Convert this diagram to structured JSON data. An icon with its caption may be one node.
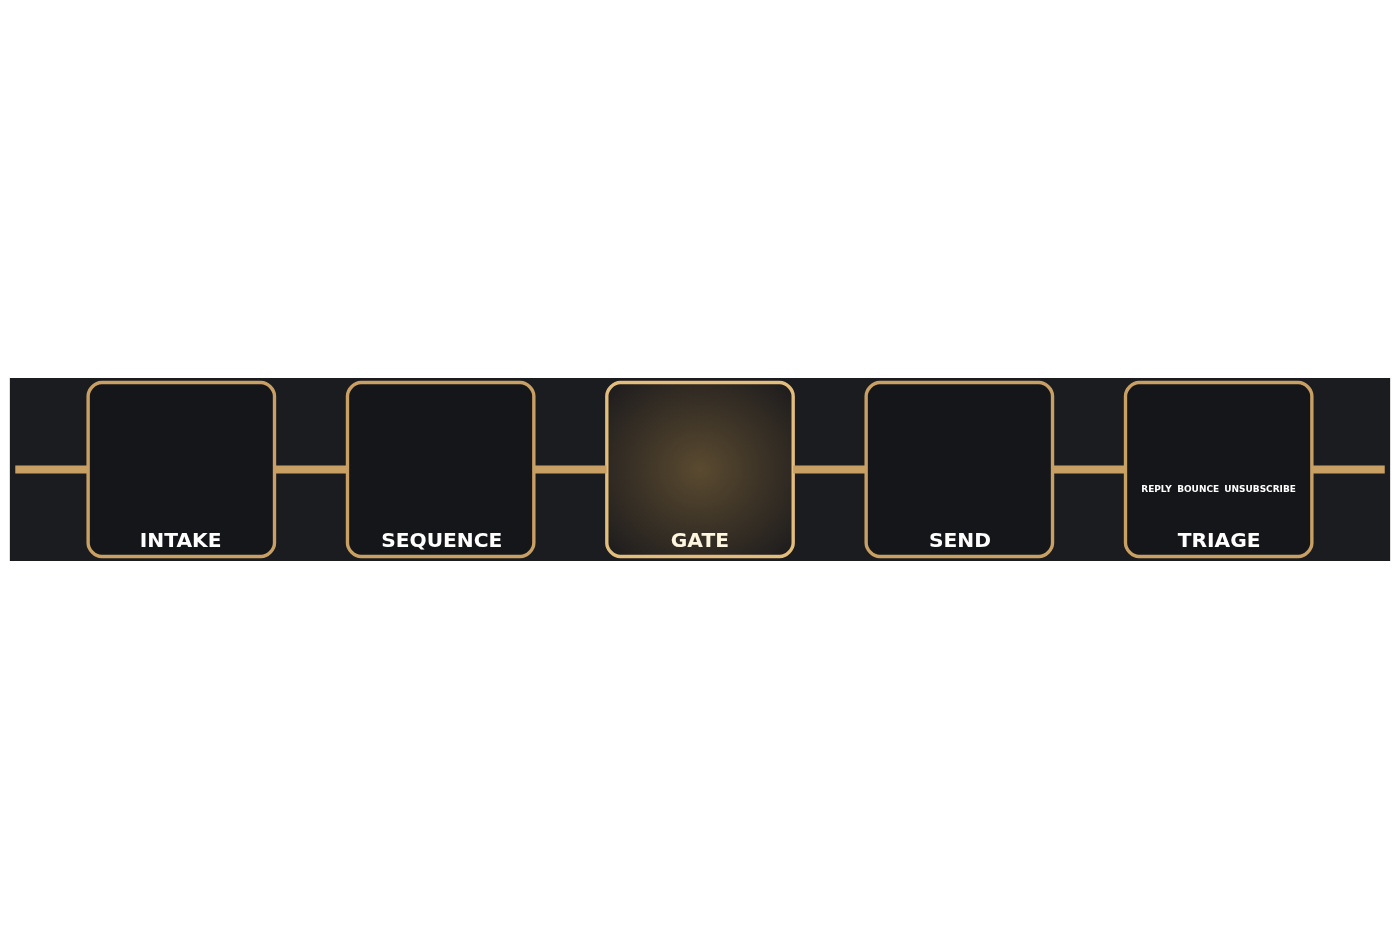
{
  "diagram": {
    "nodes": [
      {
        "text": [
          "INTAKE"
        ]
      },
      {
        "text": [
          "SEQUENCE"
        ]
      },
      {
        "text": [
          "GATE"
        ]
      },
      {
        "text": [
          "SEND"
        ]
      },
      {
        "text": [
          "REPLY",
          "BOUNCE",
          "UNSUBSCRIBE",
          "TRIAGE"
        ]
      }
    ],
    "edges": [
      {
        "from": null,
        "to": 0,
        "arrow": "none"
      },
      {
        "from": 0,
        "to": 1,
        "arrow": "none"
      },
      {
        "from": 1,
        "to": 2,
        "arrow": "none"
      },
      {
        "from": 2,
        "to": 3,
        "arrow": "none"
      },
      {
        "from": 3,
        "to": 4,
        "arrow": "none"
      },
      {
        "from": 4,
        "to": null,
        "arrow": "none"
      }
    ]
  }
}
